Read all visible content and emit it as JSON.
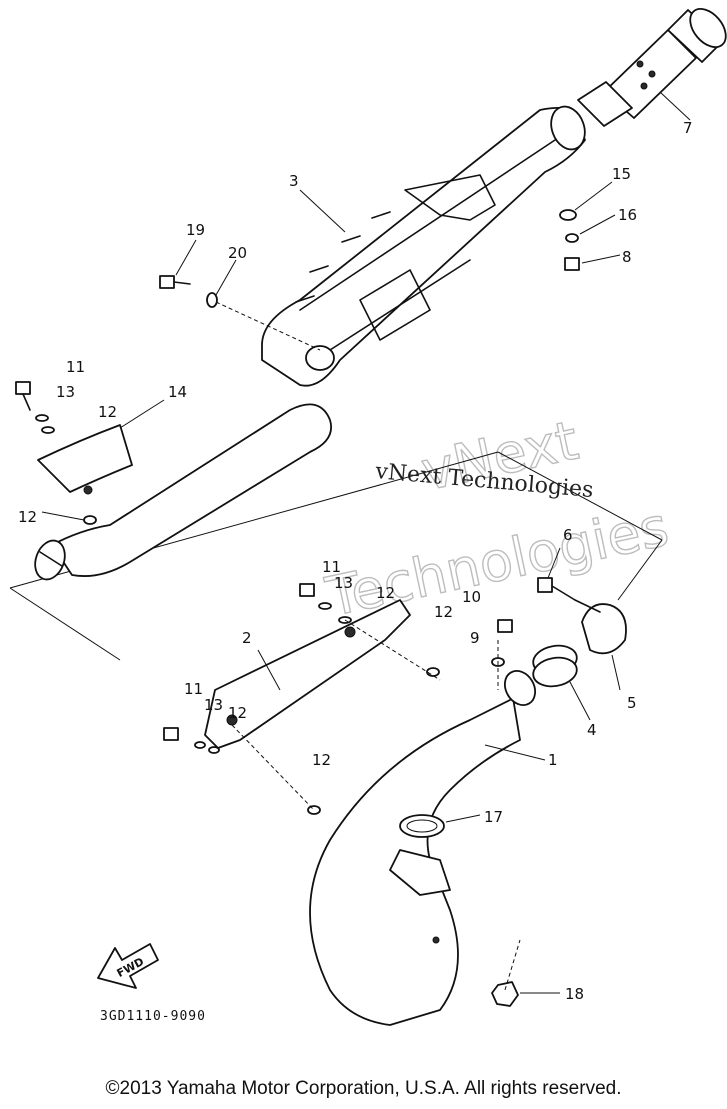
{
  "diagram": {
    "callouts": [
      "1",
      "2",
      "3",
      "4",
      "5",
      "6",
      "7",
      "8",
      "9",
      "10",
      "11",
      "12",
      "13",
      "14",
      "15",
      "16",
      "17",
      "18",
      "19",
      "20"
    ],
    "fwd_label": "FWD",
    "drawing_code": "3GD1110-9090",
    "watermark": {
      "line": "vNext Technologies",
      "ghost_top": "vNext",
      "ghost_bottom": "Technologies"
    }
  },
  "footer": {
    "copyright": "©2013 Yamaha Motor Corporation, U.S.A. All rights reserved."
  }
}
